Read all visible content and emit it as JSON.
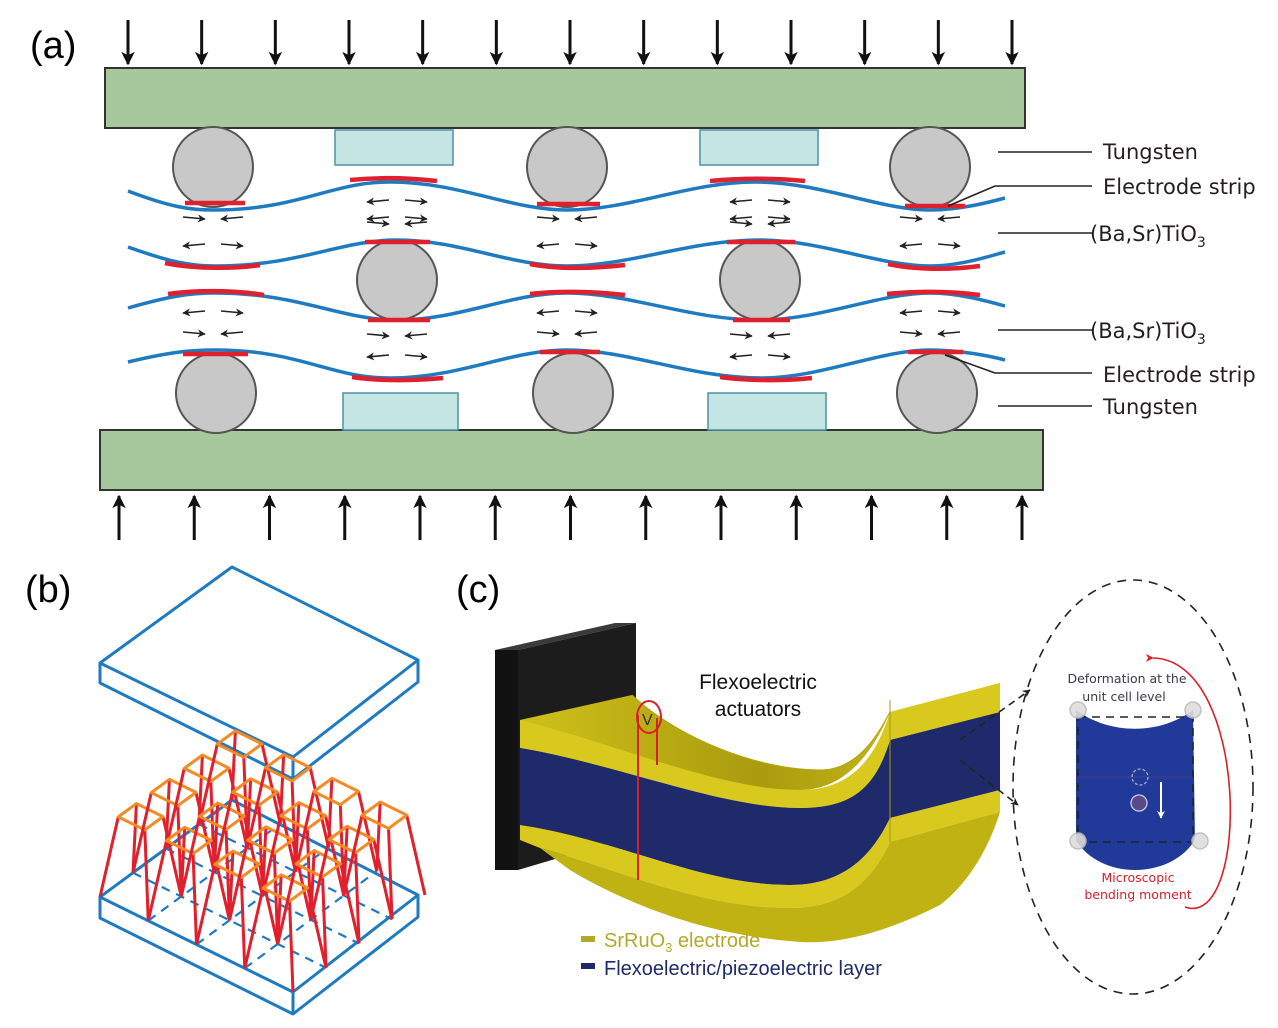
{
  "figure": {
    "panels": {
      "a": {
        "label": "(a)",
        "legend": [
          {
            "text": "Tungsten",
            "sub": ""
          },
          {
            "text": "Electrode strip",
            "sub": ""
          },
          {
            "text": "(Ba,Sr)TiO",
            "sub": "3"
          },
          {
            "text": "(Ba,Sr)TiO",
            "sub": "3"
          },
          {
            "text": "Electrode strip",
            "sub": ""
          },
          {
            "text": "Tungsten",
            "sub": ""
          }
        ],
        "top_force_arrows": 13,
        "bottom_force_arrows": 13,
        "colors": {
          "plate": "#a7c89c",
          "tungsten": "#c4e5e1",
          "sphere": "#c8c8c9",
          "film": "#1f7bc1",
          "electrode": "#e0202c"
        }
      },
      "b": {
        "label": "(b)",
        "colors": {
          "substrate": "#1f7bc1",
          "pyramid_edges": "#e0202c",
          "pyramid_tops": "#f48a23"
        }
      },
      "c": {
        "label": "(c)",
        "caption_line1": "Flexoelectric",
        "caption_line2": "actuators",
        "voltage_symbol": "V",
        "inset": {
          "title_line1": "Deformation at the",
          "title_line2": "unit cell level",
          "bottom_line1": "Microscopic",
          "bottom_line2": "bending moment"
        },
        "legend": [
          {
            "text_pre": "SrRuO",
            "sub": "3",
            "text_post": " electrode",
            "color": "#b5a92a"
          },
          {
            "text_pre": "Flexoelectric/piezoelectric layer",
            "sub": "",
            "text_post": "",
            "color": "#1f2a6b"
          }
        ],
        "colors": {
          "electrode": "#d4c41a",
          "layer": "#1f2a6b",
          "clamp": "#1a1a1a",
          "wire": "#d8202a"
        }
      }
    }
  }
}
